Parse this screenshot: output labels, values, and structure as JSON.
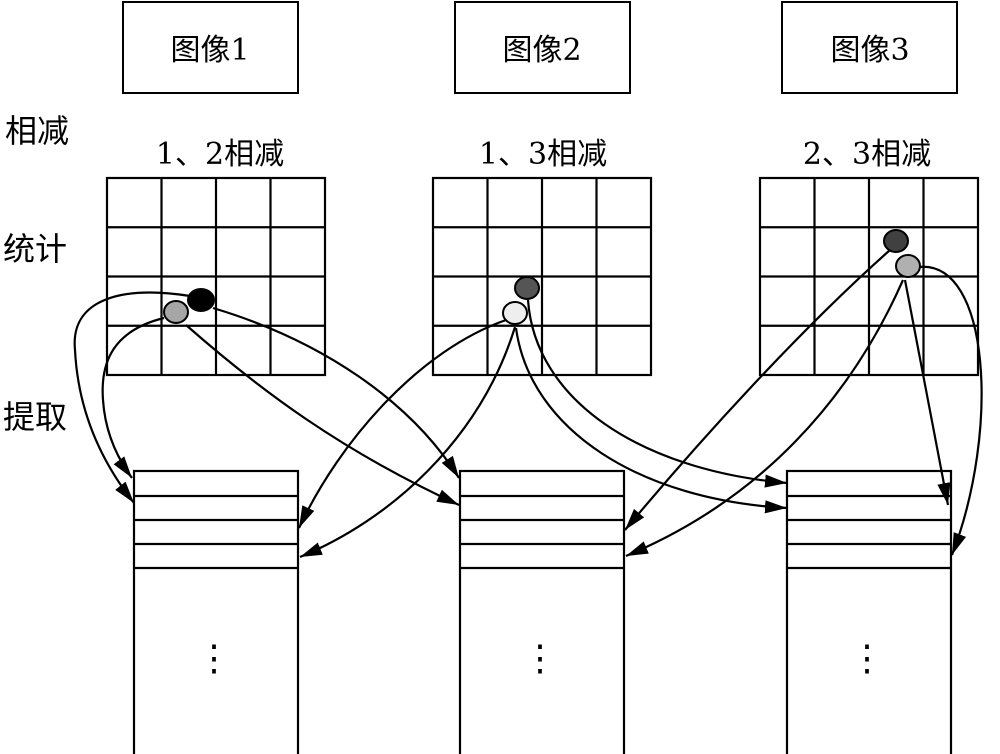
{
  "images": [
    {
      "label": "图像1",
      "caption": "1、2相减",
      "ellipsis": "⋮"
    },
    {
      "label": "图像2",
      "caption": "1、3相减",
      "ellipsis": "⋮"
    },
    {
      "label": "图像3",
      "caption": "2、3相减",
      "ellipsis": "⋮"
    }
  ],
  "side_labels": {
    "subtract": "相减",
    "statistics": "统计",
    "extract": "提取"
  },
  "colors": {
    "black": "#000000",
    "dot_black": "#000000",
    "dot_gray": "#a6a6a6",
    "dot_dark": "#555555",
    "dot_light": "#eeeeee",
    "dot_dark3": "#404040",
    "dot_gray3": "#b0b0b0"
  }
}
